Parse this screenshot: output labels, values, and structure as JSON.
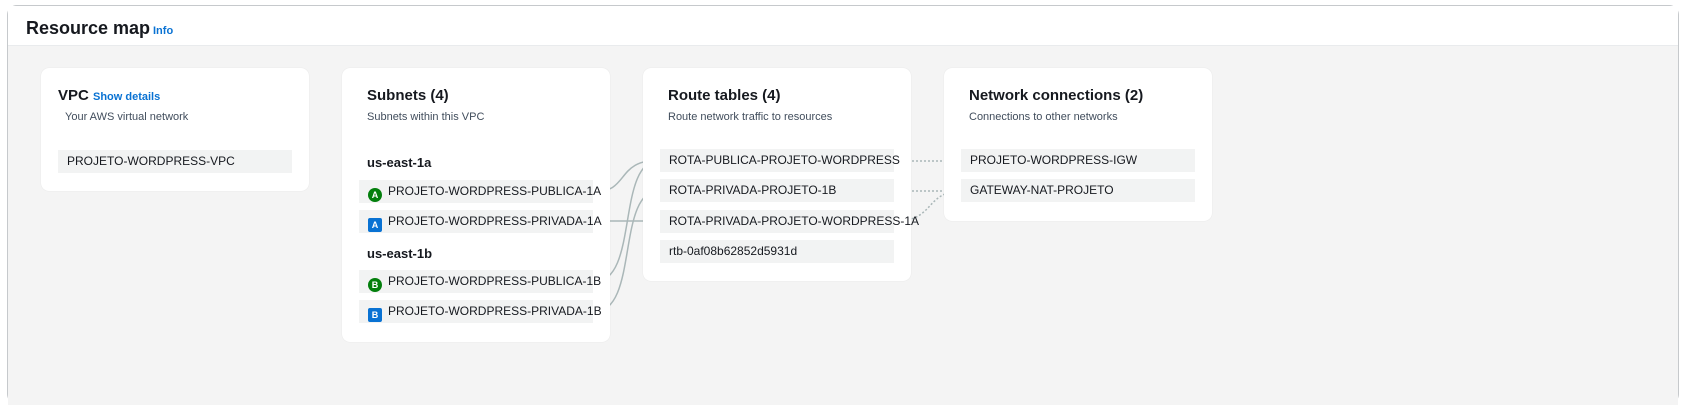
{
  "header": {
    "title": "Resource map",
    "info_label": "Info"
  },
  "vpc": {
    "title": "VPC",
    "show_details_label": "Show details",
    "subtitle": "Your AWS virtual network",
    "name": "PROJETO-WORDPRESS-VPC"
  },
  "subnets": {
    "title": "Subnets (4)",
    "subtitle": "Subnets within this VPC",
    "zones": [
      {
        "label": "us-east-1a",
        "items": [
          {
            "badge": "A",
            "type": "public",
            "name": "PROJETO-WORDPRESS-PUBLICA-1A"
          },
          {
            "badge": "A",
            "type": "private",
            "name": "PROJETO-WORDPRESS-PRIVADA-1A"
          }
        ]
      },
      {
        "label": "us-east-1b",
        "items": [
          {
            "badge": "B",
            "type": "public",
            "name": "PROJETO-WORDPRESS-PUBLICA-1B"
          },
          {
            "badge": "B",
            "type": "private",
            "name": "PROJETO-WORDPRESS-PRIVADA-1B"
          }
        ]
      }
    ]
  },
  "route_tables": {
    "title": "Route tables (4)",
    "subtitle": "Route network traffic to resources",
    "items": [
      {
        "name": "ROTA-PUBLICA-PROJETO-WORDPRESS"
      },
      {
        "name": "ROTA-PRIVADA-PROJETO-1B"
      },
      {
        "name": "ROTA-PRIVADA-PROJETO-WORDPRESS-1A"
      },
      {
        "name": "rtb-0af08b62852d5931d"
      }
    ]
  },
  "network_connections": {
    "title": "Network connections (2)",
    "subtitle": "Connections to other networks",
    "items": [
      {
        "name": "PROJETO-WORDPRESS-IGW"
      },
      {
        "name": "GATEWAY-NAT-PROJETO"
      }
    ]
  },
  "colors": {
    "accent": "#0972d3",
    "public_badge": "#037f0c",
    "private_badge": "#0972d3",
    "link_line": "#aab7b8"
  }
}
